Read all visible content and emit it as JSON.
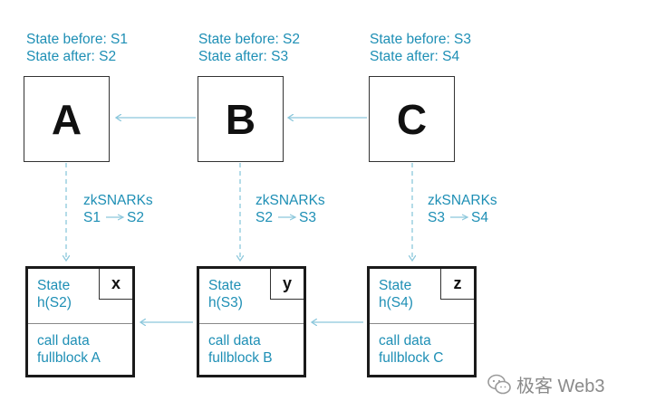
{
  "state_labels": [
    {
      "before": "State before: S1",
      "after": "State after: S2"
    },
    {
      "before": "State before: S2",
      "after": "State after: S3"
    },
    {
      "before": "State before: S3",
      "after": "State after: S4"
    }
  ],
  "blocks": [
    "A",
    "B",
    "C"
  ],
  "zk_labels": [
    {
      "title": "zkSNARKs",
      "from": "S1",
      "to": "S2"
    },
    {
      "title": "zkSNARKs",
      "from": "S2",
      "to": "S3"
    },
    {
      "title": "zkSNARKs",
      "from": "S3",
      "to": "S4"
    }
  ],
  "rollup_blocks": [
    {
      "state": "State",
      "hash": "h(S2)",
      "tag": "x",
      "call": "call data",
      "full": "fullblock A"
    },
    {
      "state": "State",
      "hash": "h(S3)",
      "tag": "y",
      "call": "call data",
      "full": "fullblock B"
    },
    {
      "state": "State",
      "hash": "h(S4)",
      "tag": "z",
      "call": "call data",
      "full": "fullblock C"
    }
  ],
  "watermark": "极客 Web3",
  "colors": {
    "accent": "#1e8fb5",
    "arrow": "#8cc8dc",
    "border": "#1a1a1a"
  }
}
